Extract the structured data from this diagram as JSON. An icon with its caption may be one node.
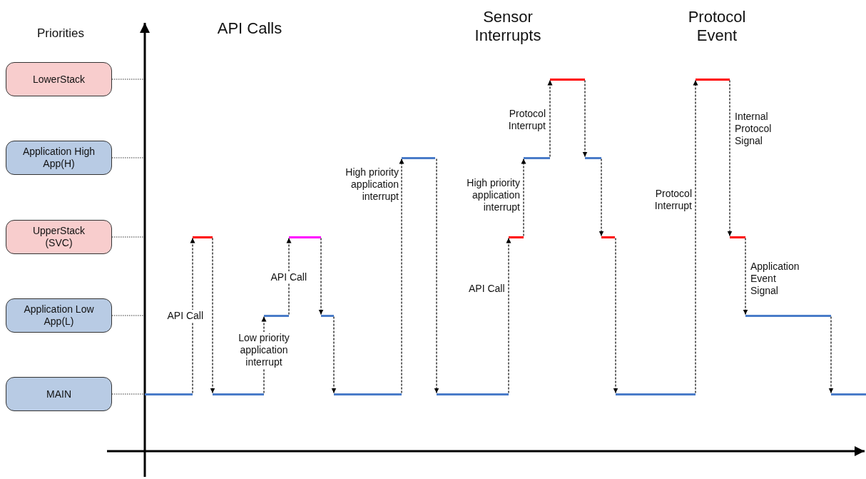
{
  "diagram": {
    "nodes": [
      {
        "text": [
          "LowerStack"
        ]
      },
      {
        "text": [
          "Application High App(H)"
        ]
      },
      {
        "text": [
          "UpperStack (SVC)"
        ]
      },
      {
        "text": [
          "Application Low App(L)"
        ]
      },
      {
        "text": [
          "MAIN"
        ]
      },
      {
        "text": [],
        "shape": "bar"
      },
      {
        "text": [],
        "shape": "bar"
      },
      {
        "text": [],
        "shape": "bar"
      },
      {
        "text": [],
        "shape": "bar"
      },
      {
        "text": [],
        "shape": "bar"
      },
      {
        "text": [],
        "shape": "bar"
      },
      {
        "text": [],
        "shape": "bar"
      },
      {
        "text": [],
        "shape": "bar"
      },
      {
        "text": [],
        "shape": "bar"
      },
      {
        "text": [],
        "shape": "bar"
      },
      {
        "text": [],
        "shape": "bar"
      },
      {
        "text": [],
        "shape": "bar"
      },
      {
        "text": [],
        "shape": "bar"
      },
      {
        "text": [],
        "shape": "bar"
      },
      {
        "text": [],
        "shape": "bar"
      },
      {
        "text": [],
        "shape": "bar"
      },
      {
        "text": [],
        "shape": "bar"
      },
      {
        "text": [],
        "shape": "bar"
      },
      {
        "text": [],
        "shape": "bar"
      }
    ],
    "edges": [
      {
        "from": 0,
        "to": null,
        "arrow": "none",
        "style": "dashed"
      },
      {
        "from": 1,
        "to": null,
        "arrow": "none",
        "style": "dashed"
      },
      {
        "from": 2,
        "to": null,
        "arrow": "none",
        "style": "dashed"
      },
      {
        "from": 3,
        "to": null,
        "arrow": "none",
        "style": "dashed"
      },
      {
        "from": 4,
        "to": 5,
        "arrow": "none",
        "style": "dashed"
      },
      {
        "from": 5,
        "to": 6,
        "arrow": "to",
        "style": "dashed",
        "label": "API Call"
      },
      {
        "from": 6,
        "to": 7,
        "arrow": "to",
        "style": "dashed"
      },
      {
        "from": 7,
        "to": 8,
        "arrow": "to",
        "style": "dashed",
        "label": "Low priority application interrupt"
      },
      {
        "from": 8,
        "to": 9,
        "arrow": "to",
        "style": "dashed",
        "label": "API Call"
      },
      {
        "from": 9,
        "to": 10,
        "arrow": "to",
        "style": "dashed"
      },
      {
        "from": 10,
        "to": 11,
        "arrow": "to",
        "style": "dashed"
      },
      {
        "from": 11,
        "to": 12,
        "arrow": "to",
        "style": "dashed",
        "label": "High priority application interrupt"
      },
      {
        "from": 12,
        "to": 13,
        "arrow": "to",
        "style": "dashed"
      },
      {
        "from": 13,
        "to": 14,
        "arrow": "to",
        "style": "dashed",
        "label": "API Call"
      },
      {
        "from": 14,
        "to": 15,
        "arrow": "to",
        "style": "dashed",
        "label": "High priority application interrupt"
      },
      {
        "from": 15,
        "to": 16,
        "arrow": "to",
        "style": "dashed",
        "label": "Protocol Interrupt"
      },
      {
        "from": 16,
        "to": 17,
        "arrow": "to",
        "style": "dashed"
      },
      {
        "from": 17,
        "to": 18,
        "arrow": "to",
        "style": "dashed"
      },
      {
        "from": 18,
        "to": 19,
        "arrow": "to",
        "style": "dashed"
      },
      {
        "from": 19,
        "to": 20,
        "arrow": "to",
        "style": "dashed",
        "label": "Protocol Interrupt"
      },
      {
        "from": 20,
        "to": 21,
        "arrow": "to",
        "style": "dashed",
        "label": "Internal Protocol Signal"
      },
      {
        "from": 21,
        "to": 22,
        "arrow": "to",
        "style": "dashed",
        "label": "Application Event Signal"
      },
      {
        "from": 22,
        "to": 23,
        "arrow": "to",
        "style": "dashed"
      }
    ],
    "labels": [
      "Priorities",
      "API Calls",
      "Sensor Interrupts",
      "Protocol Event"
    ]
  }
}
